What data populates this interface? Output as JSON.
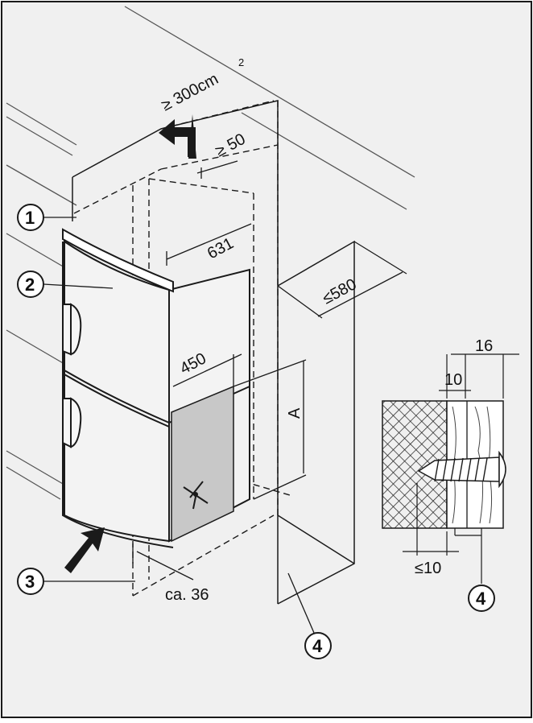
{
  "figure": {
    "background_color": "#f0f0f0",
    "line_color": "#1a1a1a",
    "panel_shade": "#c8c8c8"
  },
  "labels": {
    "ventilation": "≥ 300cm",
    "ventilation_sup": "2",
    "gap_top": "≥ 50",
    "depth": "631",
    "niche_depth": "≤580",
    "height_450": "450",
    "dim_a": "A",
    "bottom_gap": "ca. 36",
    "screw_16": "16",
    "screw_10": "10",
    "screw_max": "≤10"
  },
  "callouts": [
    "1",
    "2",
    "3",
    "4",
    "4"
  ]
}
